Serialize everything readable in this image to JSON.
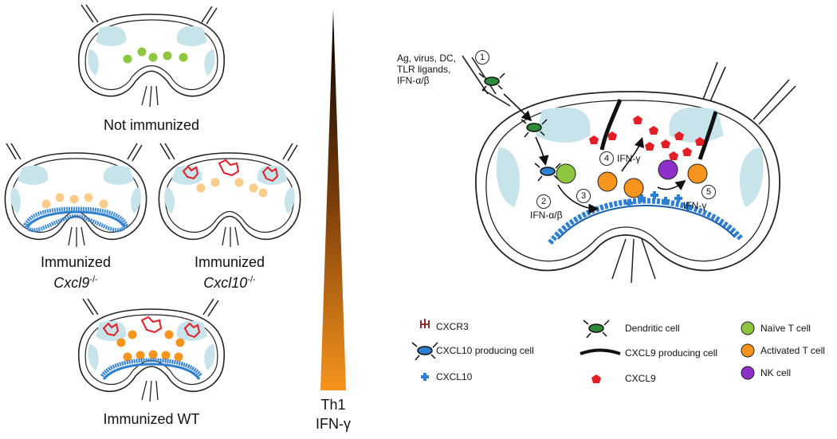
{
  "captions": {
    "not_immunized": "Not immunized",
    "immunized": "Immunized",
    "cxcl9_ko": "Cxcl9",
    "cxcl10_ko": "Cxcl10",
    "ko_sup": "-/-",
    "immunized_wt": "Immunized WT"
  },
  "gradient": {
    "line1": "Th1",
    "line2": "IFN-γ",
    "color_top": "#000000",
    "color_bottom": "#f7941d"
  },
  "annotations": {
    "stimuli_line1": "Ag, virus, DC,",
    "stimuli_line2": "TLR ligands,",
    "stimuli_line3": "IFN-α/β",
    "ifn_ab": "IFN-α/β",
    "ifn_g_top": "IFN-γ",
    "ifn_g_right": "IFN-γ",
    "steps": [
      "1",
      "2",
      "3",
      "4",
      "5"
    ]
  },
  "legend": {
    "cxcr3": "CXCR3",
    "cxcl10_cell": "CXCL10 producing cell",
    "cxcl10": "CXCL10",
    "dendritic": "Dendritic cell",
    "cxcl9_cell": "CXCL9 producing cell",
    "cxcl9": "CXCL9",
    "naive_t": "Naïve T cell",
    "activated_t": "Activated T cell",
    "nk": "NK cell"
  },
  "colors": {
    "follicle": "#c7e4ea",
    "naive_t": "#8dc63f",
    "activated_t": "#f7941d",
    "activated_t_light": "#fbcb8a",
    "nk": "#8e2fc9",
    "cxcl10_cell": "#2f7fd1",
    "cxcl9": "#e21e26",
    "dendritic": "#2e8b3a"
  }
}
